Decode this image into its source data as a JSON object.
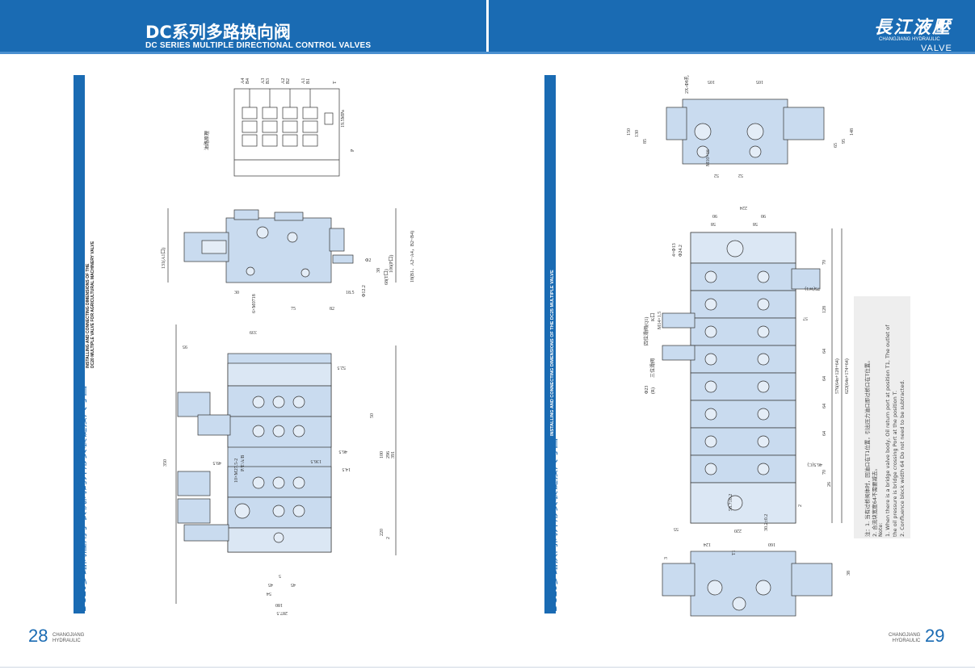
{
  "header": {
    "title_cn": "DC系列多路换向阀",
    "title_en": "DC SERIES MULTIPLE DIRECTIONAL CONTROL VALVES",
    "logo_cn": "長江液壓",
    "logo_sub": "CHANGJIANG HYDRAULIC",
    "logo_valve": "VALVE"
  },
  "left_page": {
    "section_title": "DC20多路阀应用于农机阀的外形安装链接尺寸图",
    "section_caption_line1": "INSTALLING AND CONNECTING DIMENSIONS OF THE",
    "section_caption_line2": "DC20 MULTIPLE VALVE FOR AGRICULTURAL MACHINERY VALVE",
    "schematic_label": "油路原理",
    "pressure_label": "19.5MPa",
    "port_labels": [
      "A4",
      "B4",
      "A3",
      "B3",
      "A2",
      "B2",
      "A1",
      "B1",
      "T",
      "P"
    ],
    "side_view_dims": [
      "131(A1口)",
      "106(P口)",
      "68(T口)",
      "18(B1、A2~A4，B2~B4)",
      "38",
      "30",
      "6×M0718",
      "75",
      "82",
      "Φ12.2",
      "18.5",
      "Φ2"
    ],
    "front_view_dims": [
      "339",
      "95",
      "52.5",
      "350",
      "49.5",
      "10×M27.5-2",
      "P/T/A/B",
      "136.5",
      "14.5",
      "46.5",
      "50",
      "100",
      "296",
      "391",
      "220",
      "180",
      "287.5",
      "54",
      "45",
      "45",
      "5",
      "2"
    ],
    "page_number": "28",
    "brand_line1": "CHANGJIANG",
    "brand_line2": "HYDRAULIC"
  },
  "right_page": {
    "section_title": "DC25多路换向阀外形安装链接尺寸图",
    "section_caption": "INSTALLING AND CONNECTING DIMENSIONS OF THE DC25 MULTIPLE VALVE",
    "top_view_dims": [
      "2X-Φ8孔",
      "105",
      "105",
      "150",
      "130",
      "85",
      "148",
      "95",
      "65",
      "52",
      "52",
      "M10×16"
    ],
    "front_view_dims": [
      "224",
      "90",
      "90",
      "58",
      "58",
      "4×Φ13",
      "Φ24.2",
      "70",
      "128",
      "64",
      "64",
      "64",
      "64",
      "57",
      "576(64n+128+64)",
      "622(64n+174+64)",
      "75(W1)",
      "46.5(C)",
      "26",
      "70",
      "220",
      "58.7±0.2",
      "30.2±0.2",
      "55",
      "2"
    ],
    "left_labels": [
      "四位滑阀(Q1)",
      "K口",
      "M14×1.5",
      "三位滑阀",
      "Φ23",
      "(R)"
    ],
    "bottom_dims": [
      "124",
      "160",
      "T1",
      "38",
      "3"
    ],
    "notes": [
      "注：1. 当有过桥阀体时，回油口在T1位置，引出压力油口即过桥口在T位置。",
      "2. 合流块宽度64不需要减去。",
      "Note:",
      "1. When there is a bridge valve body, Oil return port at position T1, The outlet of",
      "the oil pressure is bridge crossing Port at the position T.",
      "2. Confluence block width 64 Do not need to be subtracted."
    ],
    "page_number": "29",
    "brand_line1": "CHANGJIANG",
    "brand_line2": "HYDRAULIC"
  },
  "colors": {
    "brand_blue": "#1a6bb3",
    "drawing_fill": "#c9dbef",
    "line": "#333333"
  }
}
